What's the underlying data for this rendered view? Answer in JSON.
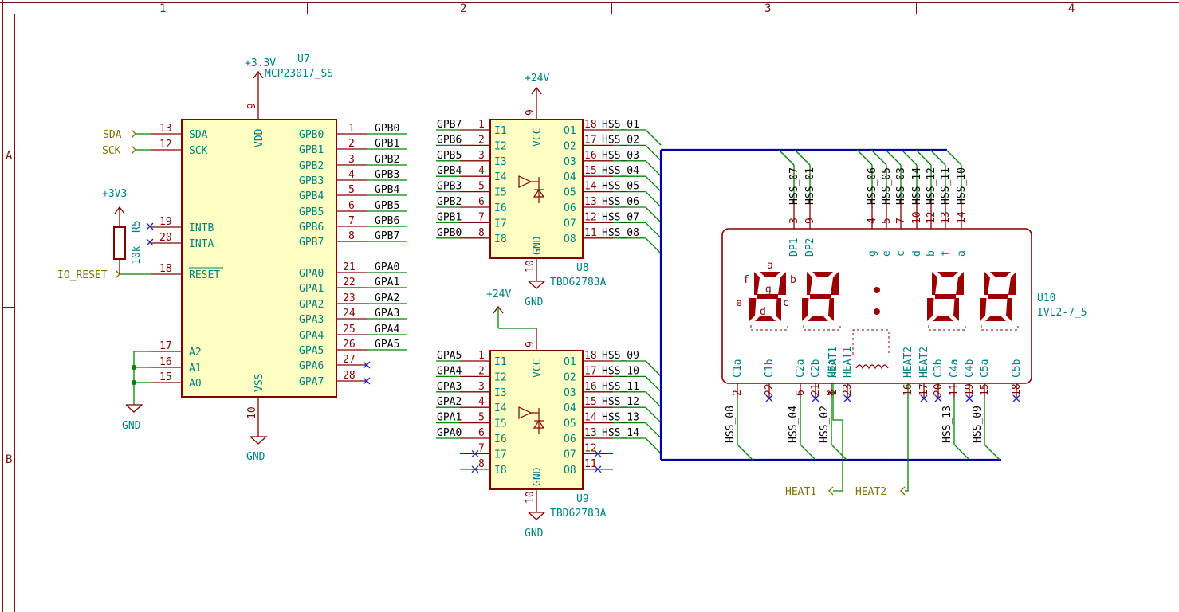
{
  "frame": {
    "columns": [
      "1",
      "2",
      "3",
      "4"
    ],
    "rows": [
      "A",
      "B"
    ]
  },
  "u7": {
    "ref": "U7",
    "value": "MCP23017_SS",
    "power_top": "+3.3V",
    "power_bottom": "GND",
    "vdd": {
      "name": "VDD",
      "num": "9"
    },
    "vss": {
      "name": "VSS",
      "num": "10"
    },
    "left_pins": [
      {
        "num": "13",
        "name": "SDA"
      },
      {
        "num": "12",
        "name": "SCK"
      },
      {
        "num": "19",
        "name": "INTB"
      },
      {
        "num": "20",
        "name": "INTA"
      },
      {
        "num": "18",
        "name": "RESET"
      },
      {
        "num": "17",
        "name": "A2"
      },
      {
        "num": "16",
        "name": "A1"
      },
      {
        "num": "15",
        "name": "A0"
      }
    ],
    "right_pins": [
      {
        "num": "1",
        "name": "GPB0",
        "net": "GPB0"
      },
      {
        "num": "2",
        "name": "GPB1",
        "net": "GPB1"
      },
      {
        "num": "3",
        "name": "GPB2",
        "net": "GPB2"
      },
      {
        "num": "4",
        "name": "GPB3",
        "net": "GPB3"
      },
      {
        "num": "5",
        "name": "GPB4",
        "net": "GPB4"
      },
      {
        "num": "6",
        "name": "GPB5",
        "net": "GPB5"
      },
      {
        "num": "7",
        "name": "GPB6",
        "net": "GPB6"
      },
      {
        "num": "8",
        "name": "GPB7",
        "net": "GPB7"
      },
      {
        "num": "21",
        "name": "GPA0",
        "net": "GPA0"
      },
      {
        "num": "22",
        "name": "GPA1",
        "net": "GPA1"
      },
      {
        "num": "23",
        "name": "GPA2",
        "net": "GPA2"
      },
      {
        "num": "24",
        "name": "GPA3",
        "net": "GPA3"
      },
      {
        "num": "25",
        "name": "GPA4",
        "net": "GPA4"
      },
      {
        "num": "26",
        "name": "GPA5",
        "net": "GPA5"
      },
      {
        "num": "27",
        "name": "GPA6",
        "net": ""
      },
      {
        "num": "28",
        "name": "GPA7",
        "net": ""
      }
    ],
    "labels": {
      "sda": "SDA",
      "sck": "SCK",
      "reset": "IO_RESET",
      "gnd": "GND"
    }
  },
  "r5": {
    "ref": "R5",
    "value": "10k",
    "power": "+3V3"
  },
  "u8": {
    "ref": "U8",
    "value": "TBD62783A",
    "power_top": "+24V",
    "power_bottom": "GND",
    "vcc": {
      "name": "VCC",
      "num": "9"
    },
    "gnd": {
      "name": "GND",
      "num": "10"
    },
    "inputs": [
      {
        "num": "1",
        "name": "I1",
        "net": "GPB7"
      },
      {
        "num": "2",
        "name": "I2",
        "net": "GPB6"
      },
      {
        "num": "3",
        "name": "I3",
        "net": "GPB5"
      },
      {
        "num": "4",
        "name": "I4",
        "net": "GPB4"
      },
      {
        "num": "5",
        "name": "I5",
        "net": "GPB3"
      },
      {
        "num": "6",
        "name": "I6",
        "net": "GPB2"
      },
      {
        "num": "7",
        "name": "I7",
        "net": "GPB1"
      },
      {
        "num": "8",
        "name": "I8",
        "net": "GPB0"
      }
    ],
    "outputs": [
      {
        "num": "18",
        "name": "O1",
        "net": "HSS_01"
      },
      {
        "num": "17",
        "name": "O2",
        "net": "HSS_02"
      },
      {
        "num": "16",
        "name": "O3",
        "net": "HSS_03"
      },
      {
        "num": "15",
        "name": "O4",
        "net": "HSS_04"
      },
      {
        "num": "14",
        "name": "O5",
        "net": "HSS_05"
      },
      {
        "num": "13",
        "name": "O6",
        "net": "HSS_06"
      },
      {
        "num": "12",
        "name": "O7",
        "net": "HSS_07"
      },
      {
        "num": "11",
        "name": "O8",
        "net": "HSS_08"
      }
    ]
  },
  "u9": {
    "ref": "U9",
    "value": "TBD62783A",
    "power_top": "+24V",
    "power_bottom": "GND",
    "vcc": {
      "name": "VCC",
      "num": "9"
    },
    "gnd": {
      "name": "GND",
      "num": "10"
    },
    "inputs": [
      {
        "num": "1",
        "name": "I1",
        "net": "GPA5"
      },
      {
        "num": "2",
        "name": "I2",
        "net": "GPA4"
      },
      {
        "num": "3",
        "name": "I3",
        "net": "GPA3"
      },
      {
        "num": "4",
        "name": "I4",
        "net": "GPA2"
      },
      {
        "num": "5",
        "name": "I5",
        "net": "GPA1"
      },
      {
        "num": "6",
        "name": "I6",
        "net": "GPA0"
      },
      {
        "num": "7",
        "name": "I7",
        "net": ""
      },
      {
        "num": "8",
        "name": "I8",
        "net": ""
      }
    ],
    "outputs": [
      {
        "num": "18",
        "name": "O1",
        "net": "HSS_09"
      },
      {
        "num": "17",
        "name": "O2",
        "net": "HSS_10"
      },
      {
        "num": "16",
        "name": "O3",
        "net": "HSS_11"
      },
      {
        "num": "15",
        "name": "O4",
        "net": "HSS_12"
      },
      {
        "num": "14",
        "name": "O5",
        "net": "HSS_13"
      },
      {
        "num": "13",
        "name": "O6",
        "net": "HSS_14"
      },
      {
        "num": "12",
        "name": "O7",
        "net": ""
      },
      {
        "num": "11",
        "name": "O8",
        "net": ""
      }
    ]
  },
  "u10": {
    "ref": "U10",
    "value": "IVL2-7_5",
    "top_pins": [
      {
        "num": "3",
        "name": "DP1",
        "net": "HSS_07"
      },
      {
        "num": "9",
        "name": "DP2",
        "net": "HSS_01"
      },
      {
        "num": "4",
        "name": "g",
        "net": "HSS_06"
      },
      {
        "num": "5",
        "name": "e",
        "net": "HSS_05"
      },
      {
        "num": "7",
        "name": "c",
        "net": "HSS_03"
      },
      {
        "num": "10",
        "name": "d",
        "net": "HSS_14"
      },
      {
        "num": "12",
        "name": "b",
        "net": "HSS_12"
      },
      {
        "num": "13",
        "name": "f",
        "net": "HSS_11"
      },
      {
        "num": "14",
        "name": "a",
        "net": "HSS_10"
      }
    ],
    "bottom_pins": [
      {
        "num": "2",
        "name": "C1a",
        "net": "HSS_08"
      },
      {
        "num": "22",
        "name": "C1b",
        "net": ""
      },
      {
        "num": "6",
        "name": "C2a",
        "net": "HSS_04"
      },
      {
        "num": "21",
        "name": "C2b",
        "net": ""
      },
      {
        "num": "8",
        "name": "C3a",
        "net": "HSS_02"
      },
      {
        "num": "1",
        "name": "HEAT1",
        "net": "HEAT1"
      },
      {
        "num": "23",
        "name": "HEAT1",
        "net": ""
      },
      {
        "num": "16",
        "name": "HEAT2",
        "net": "HEAT2"
      },
      {
        "num": "17",
        "name": "HEAT2",
        "net": ""
      },
      {
        "num": "20",
        "name": "C3b",
        "net": ""
      },
      {
        "num": "11",
        "name": "C4a",
        "net": "HSS_13"
      },
      {
        "num": "19",
        "name": "C4b",
        "net": ""
      },
      {
        "num": "15",
        "name": "C5a",
        "net": "HSS_09"
      },
      {
        "num": "18",
        "name": "C5b",
        "net": ""
      }
    ],
    "segment_letters": [
      "a",
      "b",
      "c",
      "d",
      "e",
      "f",
      "g"
    ],
    "global_labels": [
      "HEAT1",
      "HEAT2"
    ]
  }
}
